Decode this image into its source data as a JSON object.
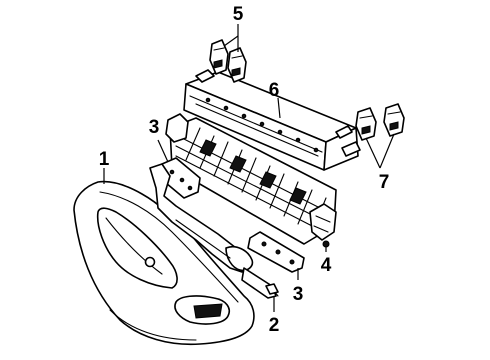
{
  "callouts": [
    {
      "id": "1",
      "label": "1"
    },
    {
      "id": "2",
      "label": "2"
    },
    {
      "id": "3a",
      "label": "3"
    },
    {
      "id": "3b",
      "label": "3"
    },
    {
      "id": "4",
      "label": "4"
    },
    {
      "id": "5",
      "label": "5"
    },
    {
      "id": "6",
      "label": "6"
    },
    {
      "id": "7",
      "label": "7"
    }
  ]
}
